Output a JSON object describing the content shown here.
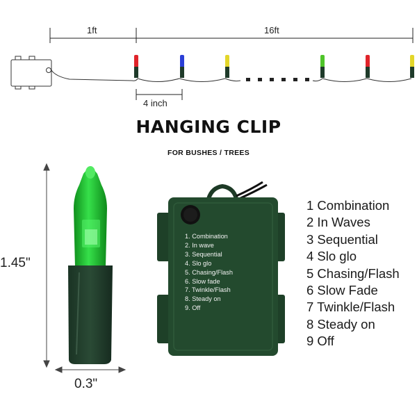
{
  "dimensions": {
    "lead_length": "1ft",
    "string_length": "16ft",
    "bulb_spacing": "4 inch",
    "bulb_height": "1.45\"",
    "bulb_width": "0.3\""
  },
  "title": "HANGING CLIP",
  "subtitle": "FOR BUSHES / TREES",
  "modes": [
    "1 Combination",
    "2 In Waves",
    "3 Sequential",
    "4 Slo glo",
    "5 Chasing/Flash",
    "6 Slow Fade",
    "7 Twinkle/Flash",
    "8 Steady on",
    "9 Off"
  ],
  "box_modes": [
    "1. Combination",
    "2. In wave",
    "3. Sequential",
    "4. Slo glo",
    "5. Chasing/Flash",
    "6. Slow fade",
    "7. Twinkle/Flash",
    "8. Steady on",
    "9. Off"
  ],
  "colors": {
    "bulb_colors": [
      "#e0242a",
      "#2b3fd6",
      "#e3d62a",
      "#4fc42a",
      "#e0242a",
      "#e3d62a"
    ],
    "base_color": "#1f3b2a",
    "battery_box": "#234a2e",
    "green_bulb": "#27d43a"
  },
  "icons": [
    "battery-box-icon",
    "light-string-icon",
    "green-bulb-icon",
    "power-button-icon"
  ]
}
